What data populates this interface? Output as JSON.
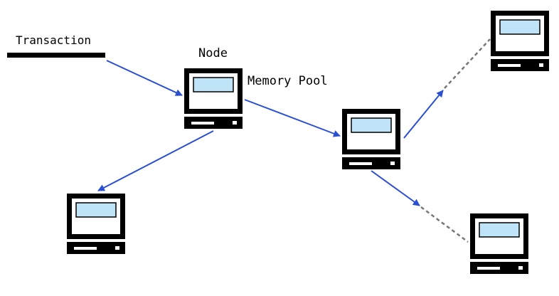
{
  "labels": {
    "transaction": "Transaction",
    "node": "Node",
    "memory_pool": "Memory Pool"
  },
  "colors": {
    "arrow": "#2a4fd0",
    "dashed_link": "#777777",
    "screen_fill": "#bfe3f7",
    "outline": "#000000",
    "background": "#ffffff"
  },
  "icons": {
    "computer": "computer-icon"
  }
}
